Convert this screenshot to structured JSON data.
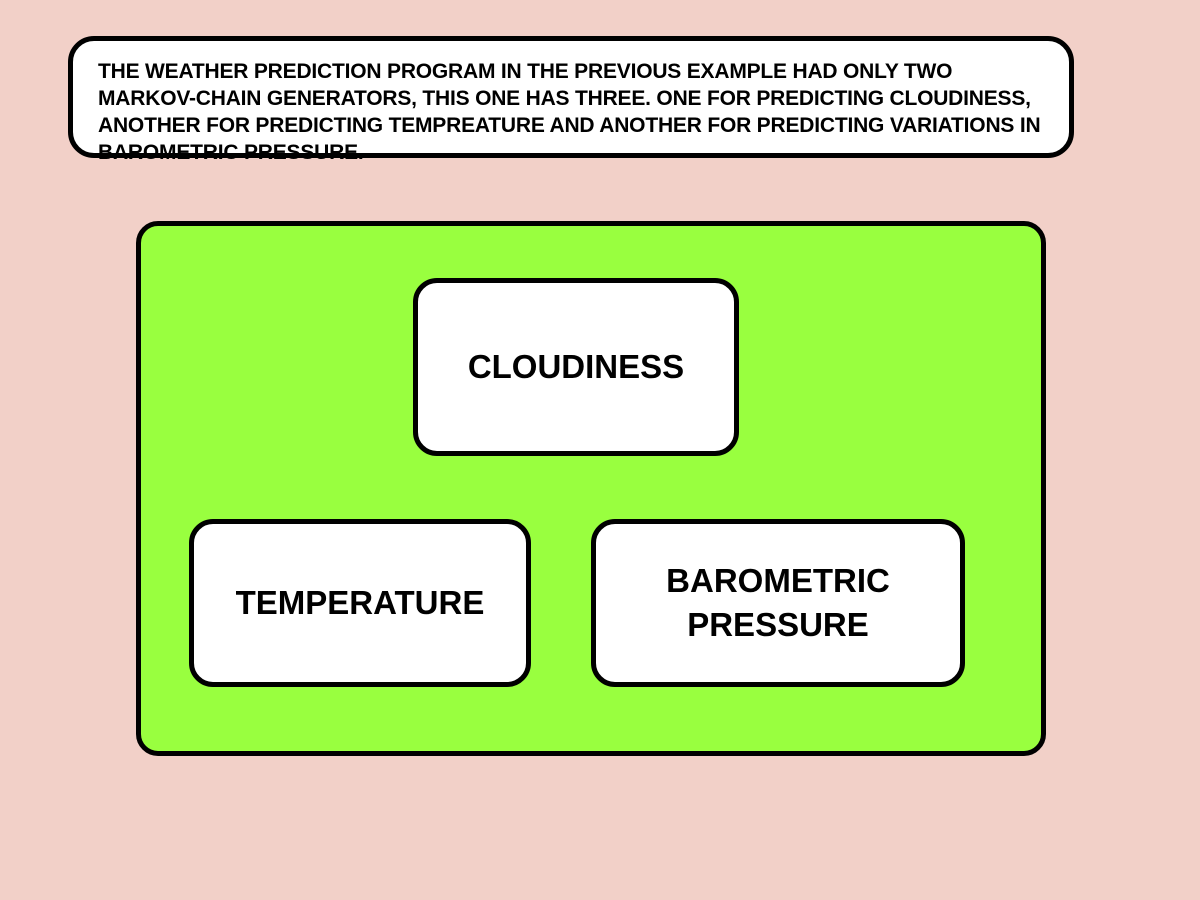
{
  "caption": {
    "text": "THE WEATHER PREDICTION PROGRAM IN THE PREVIOUS EXAMPLE HAD ONLY TWO MARKOV-CHAIN GENERATORS, THIS ONE HAS THREE. ONE FOR PREDICTING CLOUDINESS, ANOTHER FOR PREDICTING TEMPREATURE AND ANOTHER FOR PREDICTING VARIATIONS IN BAROMETRIC PRESSURE."
  },
  "generators": {
    "cloudiness": "CLOUDINESS",
    "temperature": "TEMPERATURE",
    "barometric_line1": "BAROMETRIC",
    "barometric_line2": "PRESSURE"
  },
  "colors": {
    "page_background": "#f2d0c8",
    "panel_fill": "#99ff3f",
    "box_fill": "#ffffff",
    "outline": "#000000"
  }
}
